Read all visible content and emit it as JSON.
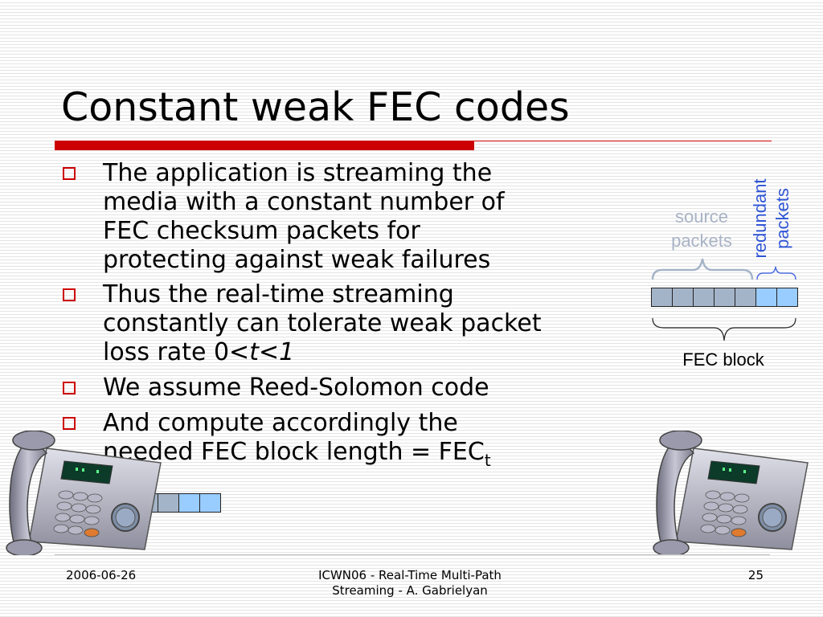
{
  "slide": {
    "title": "Constant weak FEC codes",
    "bullets": [
      {
        "lines": [
          "The application is streaming the",
          "media with a constant number of",
          "FEC checksum packets for",
          "protecting against weak failures"
        ]
      },
      {
        "lines": [
          "Thus the real-time streaming",
          "constantly can tolerate weak packet"
        ],
        "last_prefix": "loss rate 0<",
        "last_italic_1": "t",
        "last_mid": "<",
        "last_italic_2": "1"
      },
      {
        "lines": [
          "We assume Reed-Solomon code"
        ]
      },
      {
        "lines": [
          "And compute accordingly the"
        ],
        "last_prefix": "needed FEC block length = FEC",
        "last_sub": "t"
      }
    ]
  },
  "diagram": {
    "source_label_1": "source",
    "source_label_2": "packets",
    "redundant_label_1": "redundant",
    "redundant_label_2": "packets",
    "block_label": "FEC block",
    "source_count": 5,
    "redundant_count": 2,
    "source_color": "#a4b4c8",
    "redundant_color": "#99ccff"
  },
  "phone_strip": {
    "source_count": 2,
    "redundant_count": 2
  },
  "footer": {
    "date": "2006-06-26",
    "center_1": "ICWN06 - Real-Time Multi-Path",
    "center_2": "Streaming - A. Gabrielyan",
    "page": "25"
  },
  "colors": {
    "accent": "#cc0000",
    "redundant_text": "#2f55d4",
    "source_text": "#a9b3c6"
  }
}
